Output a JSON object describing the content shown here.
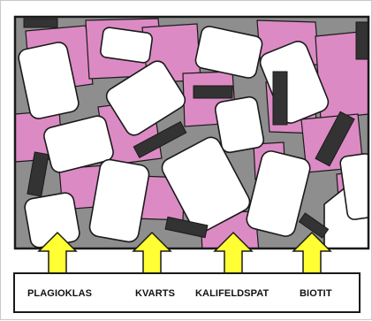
{
  "colors": {
    "matrix": "#8e8e8e",
    "kalifeldspat": "#dc8ac4",
    "plagioklas": "#ffffff",
    "biotit": "#333333",
    "arrow": "#ffff33",
    "outline": "#1a1a1a"
  },
  "legend": {
    "items": [
      {
        "mineral": "plagioklas",
        "label": "PLAGIOKLAS"
      },
      {
        "mineral": "kvarts",
        "label": "KVARTS"
      },
      {
        "mineral": "kalifeldspat",
        "label": "KALIFELDSPAT"
      },
      {
        "mineral": "biotit",
        "label": "BIOTIT"
      }
    ]
  }
}
